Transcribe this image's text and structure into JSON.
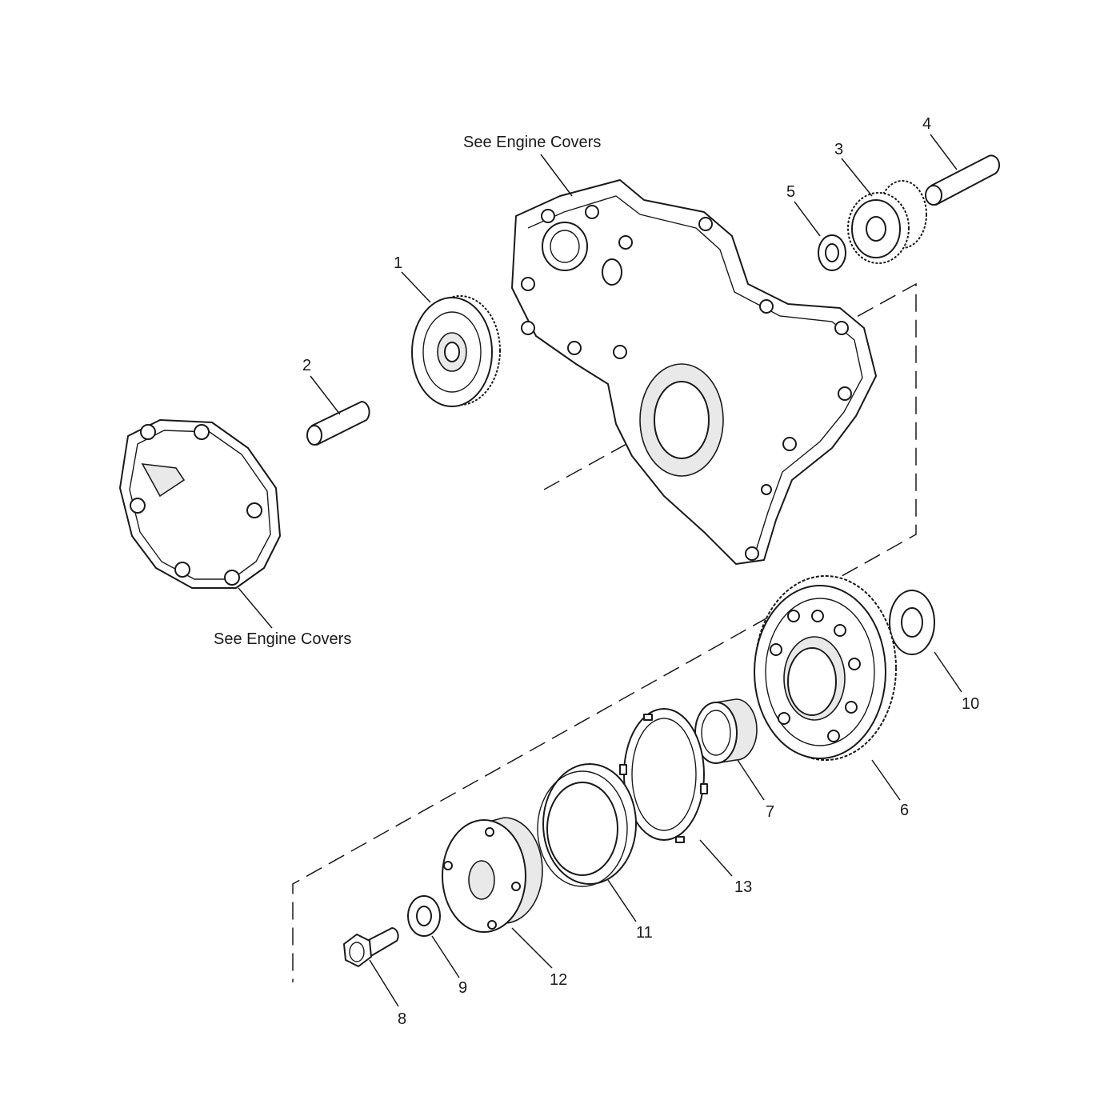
{
  "notes": {
    "top": "See Engine Covers",
    "left": "See Engine Covers"
  },
  "callouts": [
    "1",
    "2",
    "3",
    "4",
    "5",
    "6",
    "7",
    "8",
    "9",
    "10",
    "11",
    "12",
    "13"
  ]
}
